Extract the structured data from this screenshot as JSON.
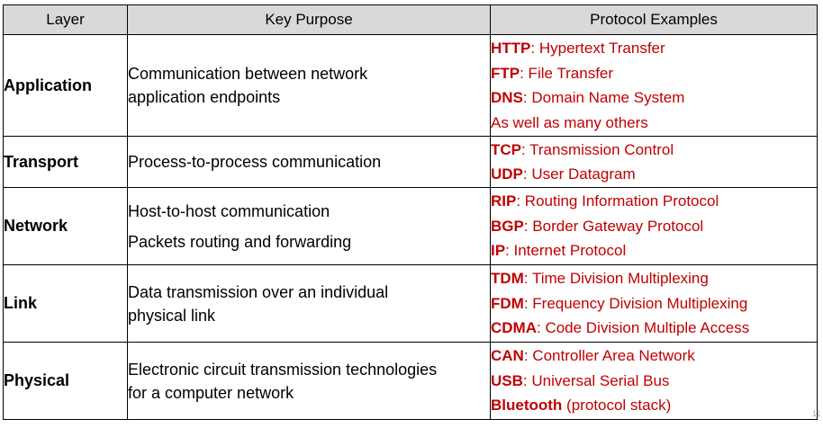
{
  "table": {
    "headers": [
      "Layer",
      "Key Purpose",
      "Protocol Examples"
    ],
    "rows": [
      {
        "layer": "Application",
        "purpose": [
          "Communication between network",
          "application endpoints"
        ],
        "protocols": [
          {
            "abbr": "HTTP",
            "desc": ": Hypertext Transfer"
          },
          {
            "abbr": "FTP",
            "desc": ": File Transfer"
          },
          {
            "abbr": "DNS",
            "desc": ": Domain Name System"
          },
          {
            "abbr": "",
            "desc": "As well as many others"
          }
        ]
      },
      {
        "layer": "Transport",
        "purpose": [
          "Process-to-process communication"
        ],
        "protocols": [
          {
            "abbr": "TCP",
            "desc": ": Transmission Control"
          },
          {
            "abbr": "UDP",
            "desc": ": User Datagram"
          }
        ]
      },
      {
        "layer": "Network",
        "purpose": [
          "Host-to-host communication",
          "Packets routing and forwarding"
        ],
        "purpose_gap": true,
        "protocols": [
          {
            "abbr": "RIP",
            "desc": ": Routing Information Protocol"
          },
          {
            "abbr": "BGP",
            "desc": ": Border Gateway Protocol"
          },
          {
            "abbr": "IP",
            "desc": ": Internet Protocol"
          }
        ]
      },
      {
        "layer": "Link",
        "purpose": [
          "Data transmission over an individual",
          "physical link"
        ],
        "protocols": [
          {
            "abbr": "TDM",
            "desc": ": Time Division Multiplexing"
          },
          {
            "abbr": "FDM",
            "desc": ": Frequency Division Multiplexing"
          },
          {
            "abbr": "CDMA",
            "desc": ": Code Division Multiple Access"
          }
        ]
      },
      {
        "layer": "Physical",
        "purpose": [
          "Electronic circuit transmission technologies",
          "for a computer network"
        ],
        "protocols": [
          {
            "abbr": "CAN",
            "desc": ": Controller Area Network"
          },
          {
            "abbr": "USB",
            "desc": ": Universal Serial Bus"
          },
          {
            "abbr": "Bluetooth",
            "desc": " (protocol stack)"
          }
        ]
      }
    ]
  },
  "page_number": "11",
  "colors": {
    "header_bg": "#d9d9d9",
    "protocol_text": "#c00000",
    "border": "#000000"
  }
}
